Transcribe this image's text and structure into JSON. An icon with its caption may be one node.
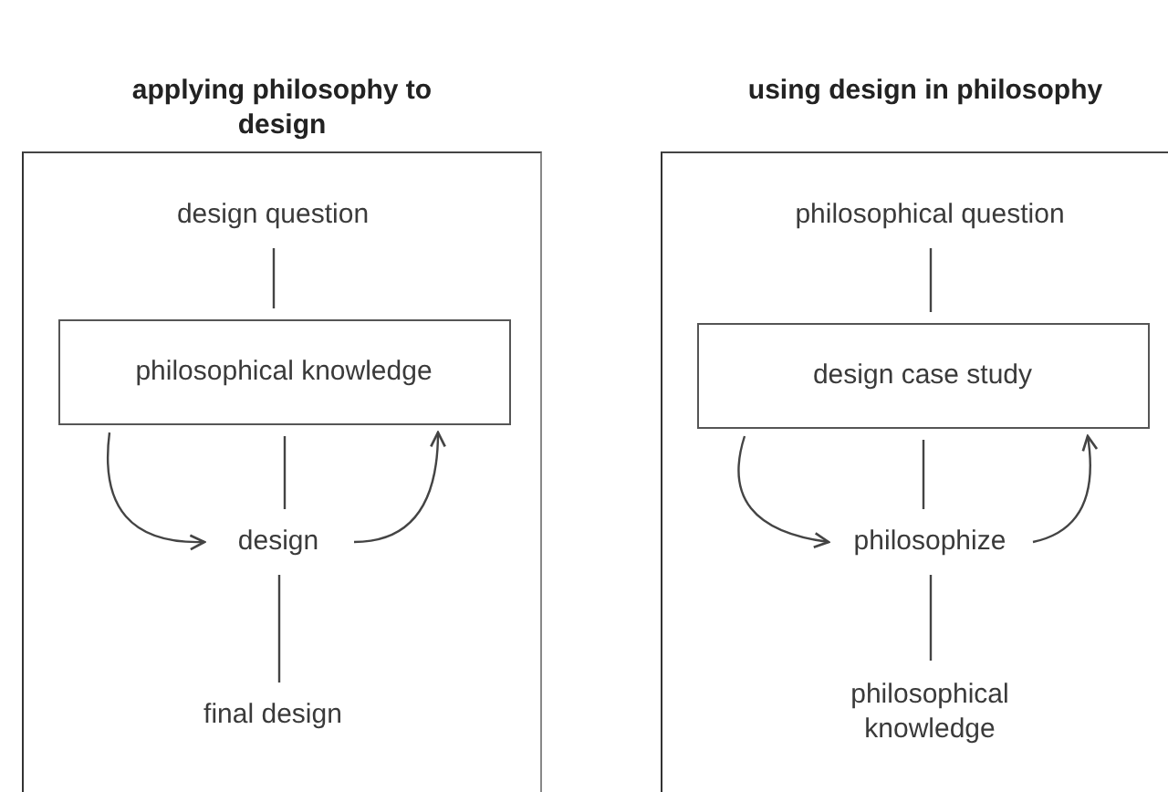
{
  "diagram": {
    "nodes": [
      {
        "text": [
          "applying philosophy to design"
        ]
      },
      {
        "text": [
          "design question"
        ],
        "in": 0
      },
      {
        "text": [
          "philosophical knowledge"
        ],
        "in": 0
      },
      {
        "text": [
          "design"
        ],
        "in": 0
      },
      {
        "text": [
          "final design"
        ],
        "in": 0
      },
      {
        "text": [
          "using design in philosophy"
        ]
      },
      {
        "text": [
          "philosophical question"
        ],
        "in": 5
      },
      {
        "text": [
          "design case study"
        ],
        "in": 5
      },
      {
        "text": [
          "philosophize"
        ],
        "in": 5
      },
      {
        "text": [
          "philosophical knowledge"
        ],
        "in": 5
      }
    ],
    "edges": [
      {
        "from": 1,
        "to": 2,
        "arrow": "none"
      },
      {
        "from": 2,
        "to": 3,
        "arrow": "none"
      },
      {
        "from": 3,
        "to": 4,
        "arrow": "none"
      },
      {
        "from": 2,
        "to": 3,
        "arrow": "to"
      },
      {
        "from": 3,
        "to": 2,
        "arrow": "to"
      },
      {
        "from": 6,
        "to": 7,
        "arrow": "none"
      },
      {
        "from": 7,
        "to": 8,
        "arrow": "none"
      },
      {
        "from": 8,
        "to": 9,
        "arrow": "none"
      },
      {
        "from": 7,
        "to": 8,
        "arrow": "to"
      },
      {
        "from": 8,
        "to": 7,
        "arrow": "to"
      }
    ]
  }
}
